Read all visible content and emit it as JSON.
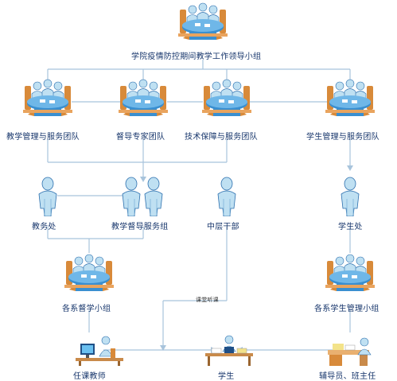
{
  "colors": {
    "connector": "#a8c4dc",
    "label": "#16356b",
    "figure_light": "#bfe0f2",
    "figure_dark": "#2c6fae",
    "table": "#3a8fd0",
    "furniture": "#d88a3a"
  },
  "nodes": {
    "top": {
      "label": "学院疫情防控期间教学工作领导小组",
      "icon": "meeting-group-icon"
    },
    "team_teaching": {
      "label": "教学管理与服务团队",
      "icon": "meeting-group-icon"
    },
    "team_supervision": {
      "label": "督导专家团队",
      "icon": "meeting-group-icon"
    },
    "team_tech": {
      "label": "技术保障与服务团队",
      "icon": "meeting-group-icon"
    },
    "team_student": {
      "label": "学生管理与服务团队",
      "icon": "meeting-group-icon"
    },
    "dept_academic": {
      "label": "教务处",
      "icon": "person-icon"
    },
    "dept_supervise_service": {
      "label": "教学督导服务组",
      "icon": "two-people-icon"
    },
    "dept_middle": {
      "label": "中层干部",
      "icon": "person-icon"
    },
    "dept_students": {
      "label": "学生处",
      "icon": "person-icon"
    },
    "group_dept_supervision": {
      "label": "各系督学小组",
      "icon": "meeting-group-icon"
    },
    "group_dept_student": {
      "label": "各系学生管理小组",
      "icon": "meeting-group-icon"
    },
    "teachers": {
      "label": "任课教师",
      "icon": "computer-desk-icon"
    },
    "students": {
      "label": "学生",
      "icon": "classroom-desk-icon"
    },
    "counselors": {
      "label": "辅导员、班主任",
      "icon": "office-desk-icon"
    }
  },
  "edge_labels": {
    "class_observation": "课堂听课"
  }
}
